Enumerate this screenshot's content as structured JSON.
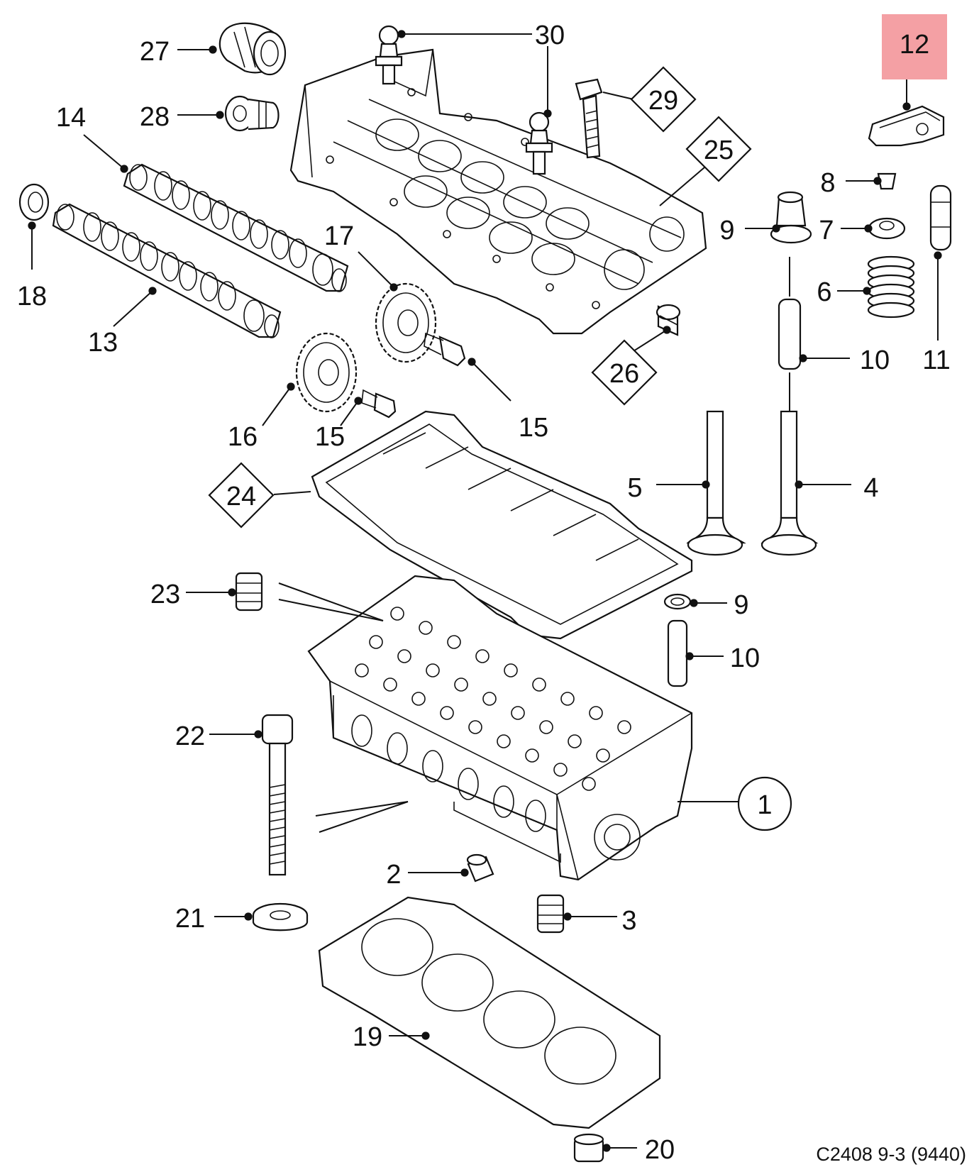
{
  "diagram": {
    "caption": "C2408 9-3 (9440)",
    "highlight_color": "#f4a0a4",
    "highlighted_part": "12",
    "labels": {
      "p1": "1",
      "p2": "2",
      "p3": "3",
      "p4": "4",
      "p5": "5",
      "p6": "6",
      "p7": "7",
      "p8": "8",
      "p9a": "9",
      "p9b": "9",
      "p10a": "10",
      "p10b": "10",
      "p11": "11",
      "p12": "12",
      "p13": "13",
      "p14": "14",
      "p15a": "15",
      "p15b": "15",
      "p16": "16",
      "p17": "17",
      "p18": "18",
      "p19": "19",
      "p20": "20",
      "p21": "21",
      "p22": "22",
      "p23": "23",
      "p24": "24",
      "p25": "25",
      "p26": "26",
      "p27": "27",
      "p28": "28",
      "p29": "29",
      "p30": "30"
    }
  }
}
